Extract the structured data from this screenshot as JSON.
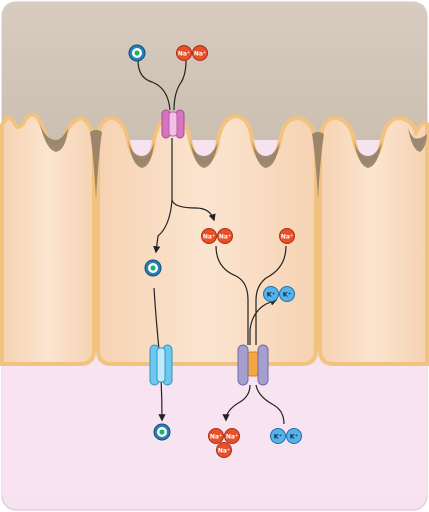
{
  "lumen_ions": {
    "sodium": [
      "Na⁺",
      "Na⁺"
    ]
  },
  "cytosol_ions": {
    "sodium": [
      "Na⁺",
      "Na⁺",
      "Na⁺"
    ],
    "potassium": [
      "K⁺",
      "K⁺"
    ]
  },
  "blood_ions": {
    "sodium": [
      "Na⁺",
      "Na⁺",
      "Na⁺"
    ],
    "potassium": [
      "K⁺",
      "K⁺"
    ]
  },
  "colors": {
    "lumen": "#d9cdc2",
    "apical_border": "#8f7a63",
    "cell_fill": "#fae0c8",
    "cell_edge": "#f3c98a",
    "blood": "#f7e3f0",
    "sodium_ion": "#e8502a",
    "potassium_ion": "#56b2e8",
    "glucose_ring": "#2a7fb5",
    "glucose_core": "#1db36a",
    "symporter": "#d575bf",
    "glut_channel": "#6cc8ec",
    "pump": "#a59fd0"
  }
}
